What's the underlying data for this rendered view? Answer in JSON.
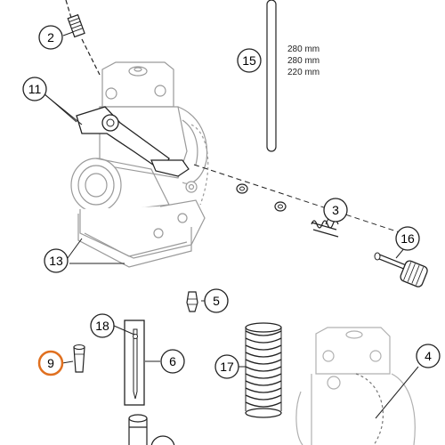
{
  "callouts": {
    "c2": "2",
    "c15": "15",
    "c11": "11",
    "c3": "3",
    "c16": "16",
    "c13": "13",
    "c5": "5",
    "c18": "18",
    "c6": "6",
    "c9": "9",
    "c17": "17",
    "c4": "4"
  },
  "needle_lengths": [
    "280 mm",
    "280 mm",
    "220 mm"
  ],
  "colors": {
    "line": "#222222",
    "light_line": "#9a9a9a",
    "highlight": "#e07020",
    "spring_accent": "#d9534f"
  }
}
